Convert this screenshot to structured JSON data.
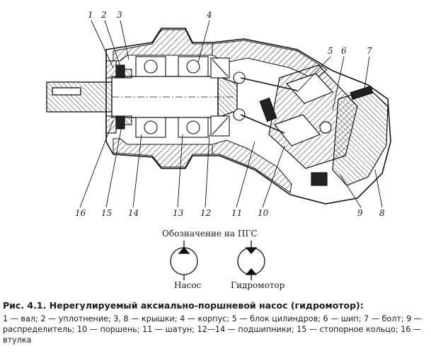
{
  "figure": {
    "title_prefix": "Рис. 4.1.",
    "title": "Нерегулируемый аксиально-поршневой насос (гидромотор):",
    "legend_text": "1 — вал; 2 — уплотнение; 3, 8 — крышки; 4 — корпус; 5 — блок цилиндров; 6 — шип; 7 — болт; 9 — распределитель; 10 — поршень; 11 — шатун; 12—14 — подшипники; 15 — стопорное кольцо; 16 — втулка",
    "callouts": [
      "1",
      "2",
      "3",
      "4",
      "5",
      "6",
      "7",
      "8",
      "9",
      "10",
      "11",
      "12",
      "13",
      "14",
      "15",
      "16"
    ]
  },
  "symbols": {
    "heading": "Обозначение на ПГС",
    "pump_label": "Насос",
    "motor_label": "Гидромотор"
  }
}
